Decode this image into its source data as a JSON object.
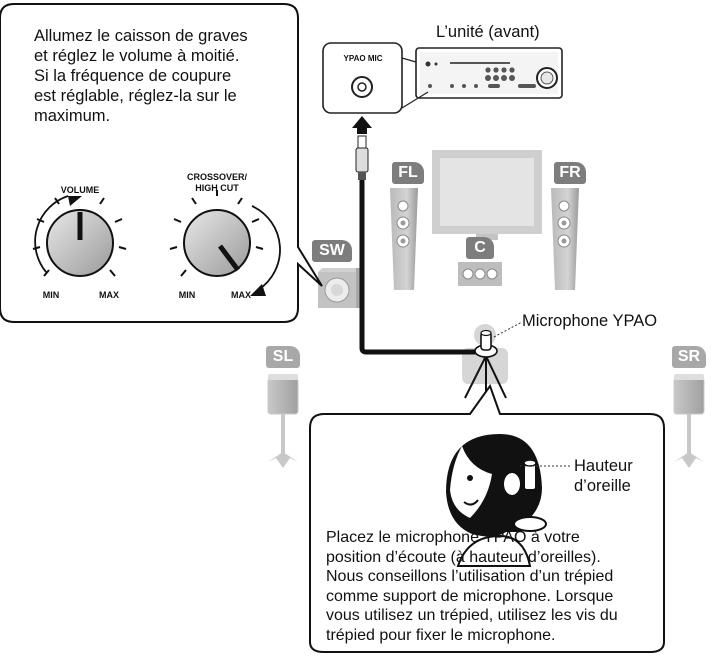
{
  "subwoofer_callout": {
    "instruction": "Allumez le caisson de graves\net réglez le volume à moitié.\nSi la fréquence de coupure\nest réglable, réglez-la sur le\nmaximum.",
    "volume_knob": {
      "label": "VOLUME",
      "min_label": "MIN",
      "max_label": "MAX",
      "level": 0.5
    },
    "crossover_knob": {
      "label": "CROSSOVER/\nHIGH CUT",
      "min_label": "MIN",
      "max_label": "MAX",
      "level": 1.0
    }
  },
  "receiver": {
    "label": "L’unité (avant)",
    "mic_jack_label": "YPAO MIC"
  },
  "speakers": {
    "front_left": "FL",
    "front_right": "FR",
    "center": "C",
    "subwoofer": "SW",
    "surround_left": "SL",
    "surround_right": "SR"
  },
  "microphone": {
    "label": "Microphone YPAO"
  },
  "placement_callout": {
    "ear_height_label": "Hauteur\nd’oreille",
    "instruction": "Placez le microphone YPAO à votre\nposition d’écoute (à hauteur d’oreilles).\nNous conseillons l’utilisation d’un trépied\ncomme support de microphone. Lorsque\nvous utilisez un trépied, utilisez les vis du\ntrépied pour fixer le microphone."
  },
  "colors": {
    "outline": "#222222",
    "speaker_gray": "#a9a9a9",
    "tag_dark": "#7d7d7d",
    "tag_light": "#a8a8a8"
  }
}
